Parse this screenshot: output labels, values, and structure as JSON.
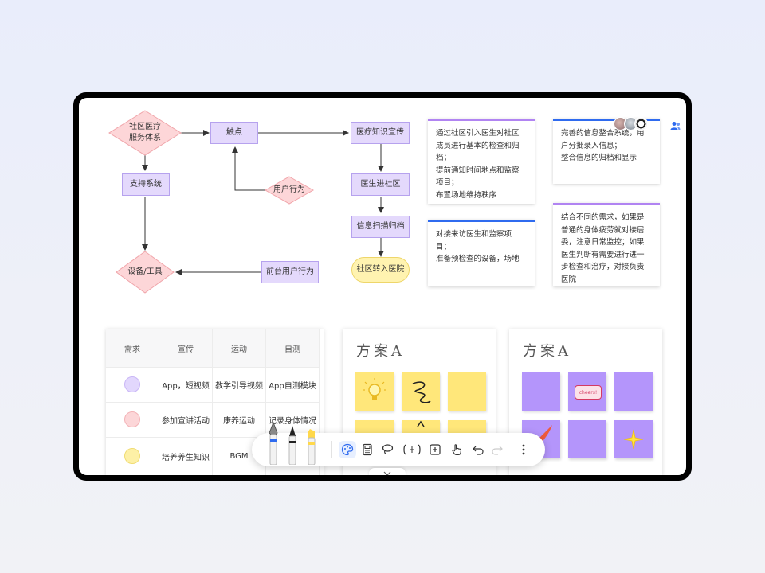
{
  "flowchart": {
    "community_service": "社区医疗\n服务体系",
    "touchpoint": "触点",
    "knowledge": "医疗知识宣传",
    "support": "支持系统",
    "user_behavior": "用户行为",
    "doctor_in": "医生进社区",
    "scan_archive": "信息扫描归档",
    "equipment": "设备/工具",
    "frontdesk": "前台用户行为",
    "transfer": "社区转入医院"
  },
  "notes": [
    {
      "text": "通过社区引入医生对社区\n成员进行基本的检查和归\n档；\n提前通知时间地点和监察\n项目；\n布置场地维持秩序",
      "accent": "#b184f2"
    },
    {
      "text": "完善的信息整合系统，用\n户分批录入信息；\n整合信息的归档和显示",
      "accent": "#2f6bef"
    },
    {
      "text": "对接来访医生和监察项\n目；\n准备预检查的设备，场地",
      "accent": "#2f6bef"
    },
    {
      "text": "结合不同的需求，如果是\n普通的身体疲劳就对接居\n委，注意日常监控；如果\n医生判断有需要进行进一\n步检查和治疗，对接负责\n医院",
      "accent": "#b184f2"
    }
  ],
  "table": {
    "headers": [
      "需求",
      "宣传",
      "运动",
      "自测"
    ],
    "rows": [
      {
        "color": "#e2d7fd",
        "cells": [
          "App，短视频",
          "教学引导视频",
          "App自测模块"
        ]
      },
      {
        "color": "#fcd6d8",
        "cells": [
          "参加宣讲活动",
          "康养运动",
          "记录身体情况"
        ]
      },
      {
        "color": "#fdf0a6",
        "cells": [
          "培养养生知识",
          "BGM",
          ""
        ]
      }
    ]
  },
  "boards": [
    {
      "title": "方案A",
      "color": "#ffe77a"
    },
    {
      "title": "方案A",
      "color": "#b495fb"
    }
  ],
  "sticker_text": "cheers!",
  "toolbar_tools": [
    "fountain-pen",
    "marker-pen",
    "highlighter-pen",
    "palette",
    "calculator",
    "lasso",
    "shape-bracket",
    "add",
    "touch-hand",
    "undo",
    "redo",
    "more"
  ],
  "colors": {
    "accent": "#2f6bef",
    "rect_fill": "#e4d9fc",
    "diamond_fill": "#fdd6d8",
    "oval_fill": "#fff3b0"
  }
}
